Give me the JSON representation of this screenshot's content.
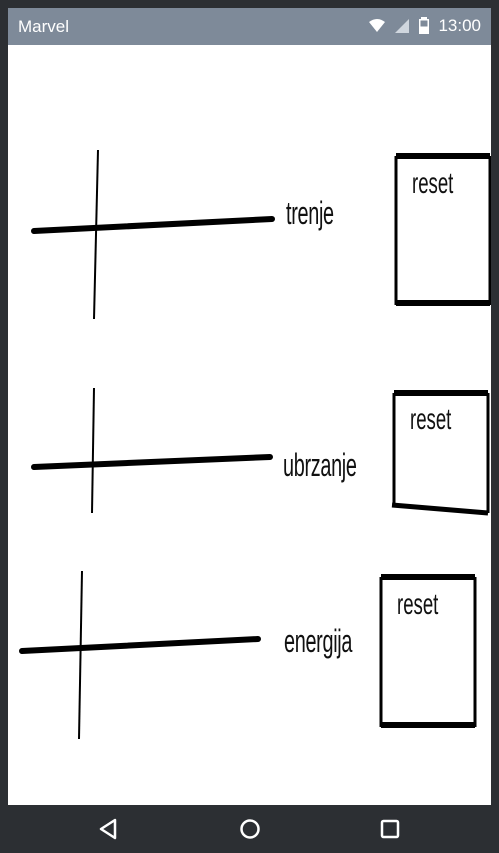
{
  "status_bar": {
    "title": "Marvel",
    "time": "13:00"
  },
  "sliders": [
    {
      "label": "trenje"
    },
    {
      "label": "ubrzanje"
    },
    {
      "label": "energija"
    }
  ],
  "reset_boxes": [
    {
      "label": "reset"
    },
    {
      "label": "reset"
    },
    {
      "label": "reset"
    }
  ],
  "nav": {
    "back_icon": "back-triangle-icon",
    "home_icon": "home-circle-icon",
    "recents_icon": "recents-square-icon"
  }
}
